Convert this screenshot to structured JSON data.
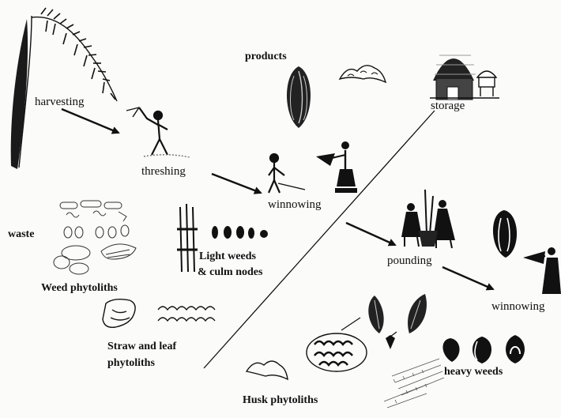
{
  "labels": {
    "harvesting": "harvesting",
    "threshing": "threshing",
    "winnowing_1": "winnowing",
    "products": "products",
    "storage": "storage",
    "pounding": "pounding",
    "winnowing_2": "winnowing",
    "waste": "waste",
    "light_weeds_line1": "Light weeds",
    "light_weeds_line2": "& culm nodes",
    "weed_phytoliths": "Weed phytoliths",
    "straw_line1": "Straw and leaf",
    "straw_line2": "phytoliths",
    "heavy_weeds": "heavy weeds",
    "husk_phytoliths": "Husk phytoliths"
  },
  "icons": [
    "rice-plant-icon",
    "thresher-figure-icon",
    "winnower-figure-icon",
    "grain-icon",
    "husk-icon",
    "granary-icon",
    "pounding-figures-icon",
    "winnowing-woman-icon",
    "weed-seed-icon",
    "phytolith-icon"
  ]
}
